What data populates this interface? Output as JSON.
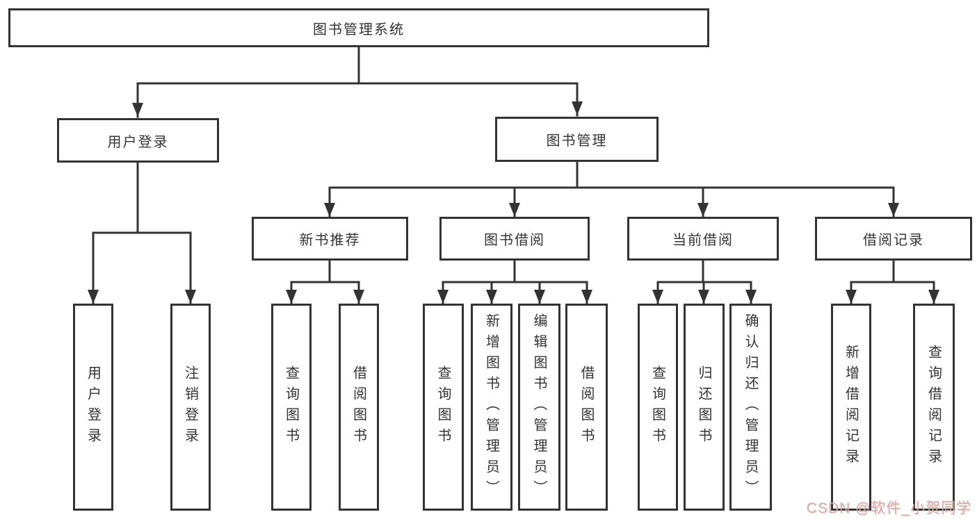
{
  "diagram": {
    "root_label": "图书管理系统",
    "level1": [
      {
        "label": "用户登录",
        "children": [
          "用户登录",
          "注销登录"
        ]
      },
      {
        "label": "图书管理",
        "children": [
          {
            "label": "新书推荐",
            "children": [
              "查询图书",
              "借阅图书"
            ]
          },
          {
            "label": "图书借阅",
            "children": [
              "查询图书",
              "新增图书（管理员）",
              "编辑图书（管理员）",
              "借阅图书"
            ]
          },
          {
            "label": "当前借阅",
            "children": [
              "查询图书",
              "归还图书",
              "确认归还（管理员）"
            ]
          },
          {
            "label": "借阅记录",
            "children": [
              "新增借阅记录",
              "查询借阅记录"
            ]
          }
        ]
      }
    ]
  },
  "watermark": {
    "text": "CSDN @软件_小贺同学"
  },
  "colors": {
    "line": "#333333",
    "box_background": "#ffffff",
    "text": "#333333",
    "watermark_pink": "#fc5531"
  }
}
